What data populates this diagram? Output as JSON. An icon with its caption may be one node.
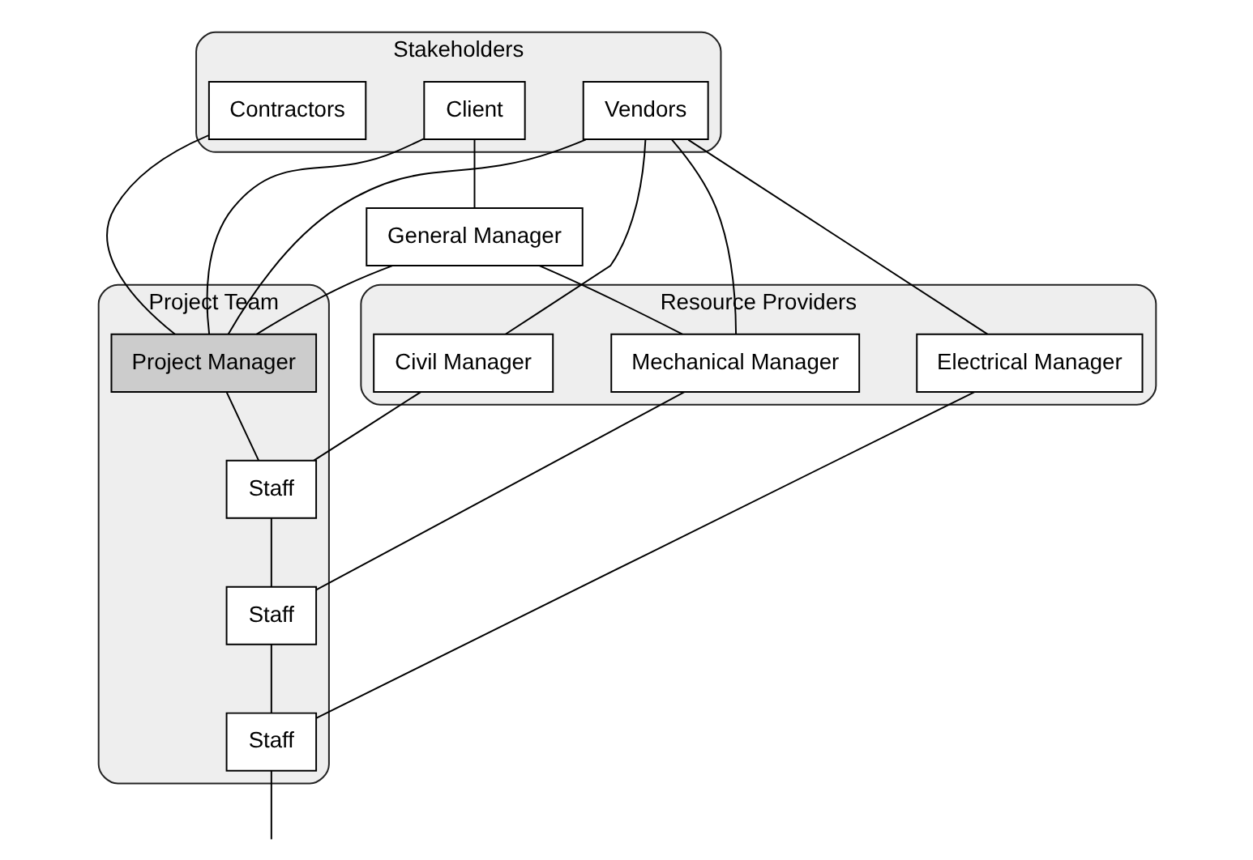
{
  "diagram": {
    "nodes": [
      {
        "text": [
          "Stakeholders"
        ]
      },
      {
        "text": [
          "Client"
        ],
        "in": 0
      },
      {
        "text": [
          "Vendors"
        ],
        "in": 0
      },
      {
        "text": [
          "Contractors"
        ],
        "in": 0
      },
      {
        "text": [
          "General Manager"
        ]
      },
      {
        "text": [
          "Resource Providers"
        ]
      },
      {
        "text": [
          "Civil Manager"
        ],
        "in": 5
      },
      {
        "text": [
          "Mechanical Manager"
        ],
        "in": 5
      },
      {
        "text": [
          "Electrical Manager"
        ],
        "in": 5
      },
      {
        "text": [
          "Project Team"
        ]
      },
      {
        "text": [
          "Project Manager"
        ],
        "in": 9
      },
      {
        "text": [
          "Staff"
        ],
        "in": 9
      },
      {
        "text": [
          "Staff"
        ],
        "in": 9
      },
      {
        "text": [
          "Staff"
        ],
        "in": 9
      }
    ],
    "edges": [
      {
        "from": 1,
        "to": 4,
        "arrow": "none"
      },
      {
        "from": 1,
        "to": 10,
        "arrow": "none"
      },
      {
        "from": 2,
        "to": 10,
        "arrow": "none"
      },
      {
        "from": 3,
        "to": 10,
        "arrow": "none"
      },
      {
        "from": 4,
        "to": 10,
        "arrow": "none"
      },
      {
        "from": 4,
        "to": 7,
        "arrow": "none"
      },
      {
        "from": 2,
        "to": 6,
        "arrow": "none"
      },
      {
        "from": 2,
        "to": 7,
        "arrow": "none"
      },
      {
        "from": 2,
        "to": 8,
        "arrow": "none"
      },
      {
        "from": 6,
        "to": 11,
        "arrow": "none"
      },
      {
        "from": 7,
        "to": 12,
        "arrow": "none"
      },
      {
        "from": 8,
        "to": 13,
        "arrow": "none"
      },
      {
        "from": 10,
        "to": 11,
        "arrow": "none"
      },
      {
        "from": 11,
        "to": 12,
        "arrow": "none"
      },
      {
        "from": 12,
        "to": 13,
        "arrow": "none"
      },
      {
        "from": 13,
        "to": null,
        "arrow": "none"
      }
    ]
  }
}
